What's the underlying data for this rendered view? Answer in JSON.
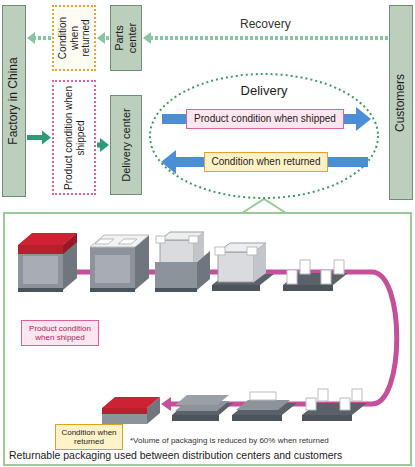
{
  "diagram": {
    "nodes": [
      {
        "text": [
          "Factory in China"
        ]
      },
      {
        "text": [
          "Condition when returned"
        ]
      },
      {
        "text": [
          "Parts center"
        ]
      },
      {
        "text": [
          "Customers"
        ]
      },
      {
        "text": [
          "Product condition when shipped"
        ]
      },
      {
        "text": [
          "Delivery center"
        ]
      },
      {
        "text": [
          "Delivery"
        ]
      },
      {
        "text": [
          "Product condition when shipped"
        ],
        "in": 6
      },
      {
        "text": [
          "Condition when returned"
        ],
        "in": 6
      },
      {
        "text": [
          "Returnable packaging used between distribution centers and customers"
        ]
      },
      {
        "text": [
          "Product condition when shipped"
        ],
        "in": 9
      },
      {
        "text": [
          "Condition when returned"
        ],
        "in": 9
      }
    ],
    "edges": [
      {
        "from": 3,
        "to": 2,
        "label": "Recovery",
        "arrow": "to"
      },
      {
        "from": 2,
        "to": 1,
        "arrow": "to"
      },
      {
        "from": 1,
        "to": 0,
        "arrow": "to"
      },
      {
        "from": 0,
        "to": 4,
        "arrow": "to"
      },
      {
        "from": 4,
        "to": 5,
        "arrow": "to"
      },
      {
        "from": 6,
        "to": 9,
        "arrow": "none"
      }
    ],
    "labels": [
      "*Volume of packaging is reduced by 60% when returned"
    ]
  }
}
